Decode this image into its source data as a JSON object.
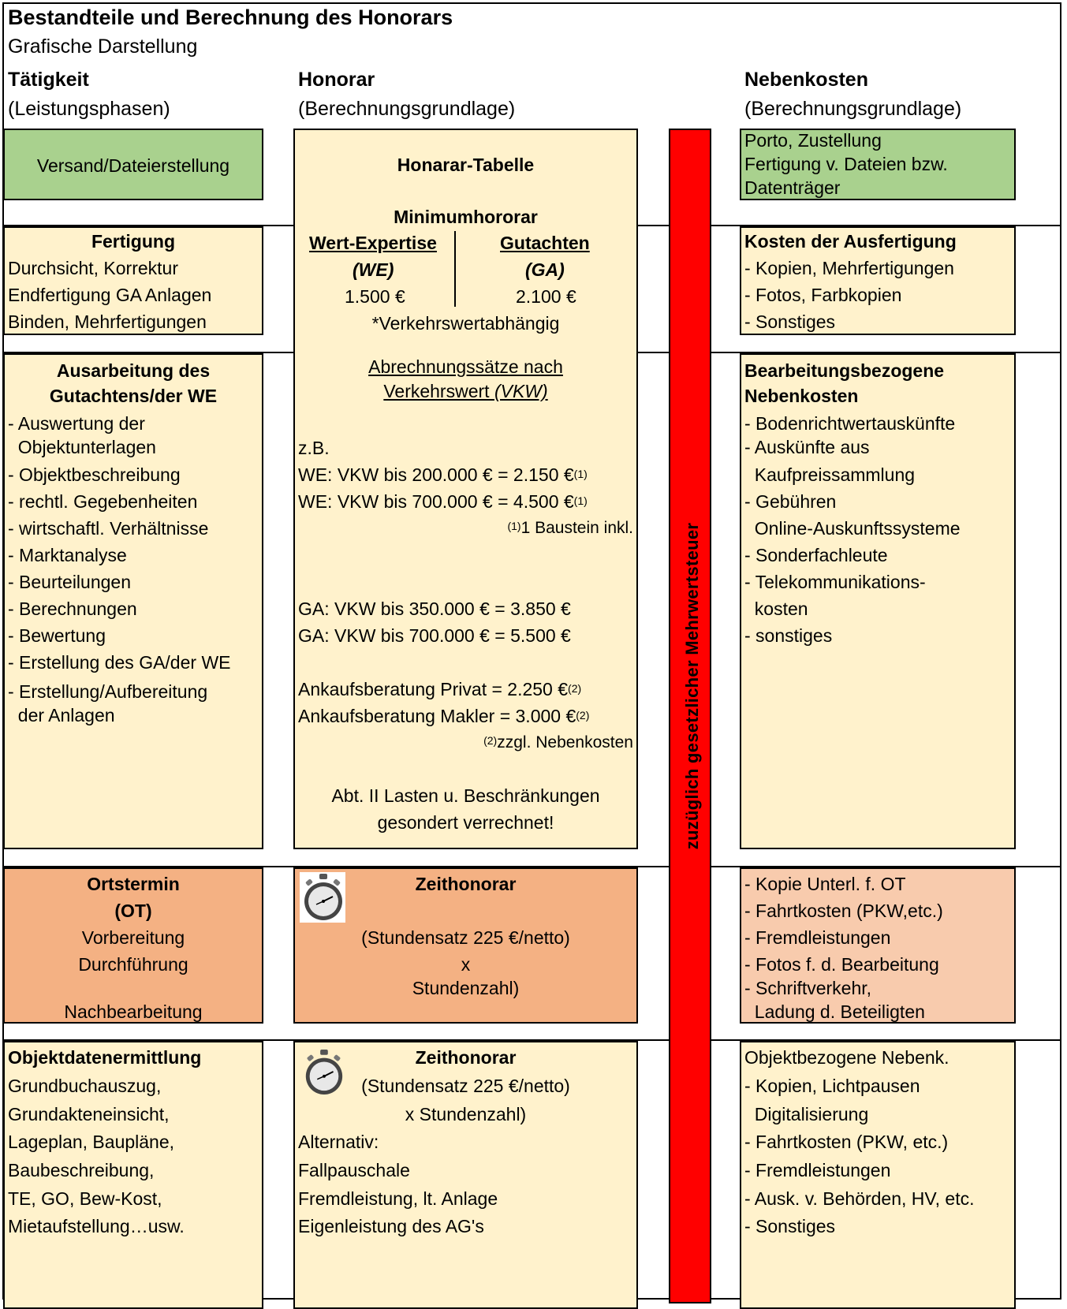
{
  "header": {
    "title": "Bestandteile und Berechnung des Honorars",
    "subtitle": "Grafische Darstellung"
  },
  "columns": {
    "activity": {
      "title": "Tätigkeit",
      "subtitle": "(Leistungsphasen)"
    },
    "fee": {
      "title": "Honorar",
      "subtitle": "(Berechnungsgrundlage)"
    },
    "costs": {
      "title": "Nebenkosten",
      "subtitle": "(Berechnungsgrundlage)"
    }
  },
  "vat_band": "zuzüglich gesetzlicher Mehrwertsteuer",
  "row1": {
    "activity": "Versand/Dateierstellung",
    "costs": [
      "Porto, Zustellung",
      "Fertigung v. Dateien bzw.",
      "Datenträger"
    ]
  },
  "fee_table": {
    "title": "Honarar-Tabelle",
    "min_title": "Minimumhororar",
    "we_head": "Wert-Expertise",
    "we_abbr": "(WE)",
    "we_value": "1.500 €",
    "ga_head": "Gutachten",
    "ga_abbr": "(GA)",
    "ga_value": "2.100 €",
    "note": "*Verkehrswertabhängig",
    "rates_title_1": "Abrechnungssätze nach ",
    "rates_title_2": "Verkehrswert ",
    "rates_title_3": "(VKW)",
    "eg": "z.B.",
    "we_rate1": "WE: VKW bis 200.000 € = 2.150 €",
    "we_rate2": "WE: VKW bis 700.000 € = 4.500 €",
    "sup1": "(1)",
    "footnote1": "1 Baustein inkl.",
    "ga_rate1": "GA:  VKW bis 350.000 € = 3.850 €",
    "ga_rate2": "GA:  VKW bis 700.000 € = 5.500 €",
    "purchase1": "Ankaufsberatung Privat   =  2.250 €",
    "purchase2": "Ankaufsberatung Makler =  3.000 €",
    "sup2": "(2)",
    "footnote2": "zzgl. Nebenkosten",
    "abt1": "Abt. II Lasten u. Beschränkungen",
    "abt2": "gesondert verrechnet!"
  },
  "row2": {
    "activity_title": "Fertigung",
    "activity_lines": [
      "Durchsicht, Korrektur",
      "Endfertigung GA Anlagen",
      "Binden,  Mehrfertigungen"
    ],
    "costs_title": "Kosten der Ausfertigung",
    "costs_lines": [
      "- Kopien, Mehrfertigungen",
      "- Fotos, Farbkopien",
      "- Sonstiges"
    ]
  },
  "row3": {
    "activity_title_1": "Ausarbeitung des",
    "activity_title_2": "Gutachtens/der WE",
    "activity_lines": [
      "- Auswertung der",
      "  Objektunterlagen",
      "- Objektbeschreibung",
      "- rechtl. Gegebenheiten",
      "- wirtschaftl. Verhältnisse",
      "- Marktanalyse",
      "- Beurteilungen",
      "- Berechnungen",
      "- Bewertung",
      "- Erstellung des GA/der WE",
      "- Erstellung/Aufbereitung",
      "  der Anlagen"
    ],
    "costs_title_1": "Bearbeitungsbezogene",
    "costs_title_2": "Nebenkosten",
    "costs_lines": [
      "- Bodenrichtwertauskünfte",
      "- Auskünfte aus",
      "  Kaufpreissammlung",
      "- Gebühren",
      "  Online-Auskunftssysteme",
      "- Sonderfachleute",
      "- Telekommunikations-",
      "  kosten",
      "- sonstiges"
    ]
  },
  "row4": {
    "activity_title_1": "Ortstermin",
    "activity_title_2": "(OT)",
    "activity_lines": [
      "Vorbereitung",
      "Durchführung",
      "Nachbearbeitung"
    ],
    "fee_title": "Zeithonorar",
    "fee_lines": [
      "(Stundensatz 225 €/netto)",
      "x",
      "Stundenzahl)"
    ],
    "costs_lines": [
      "- Kopie Unterl. f. OT",
      "- Fahrtkosten (PKW,etc.)",
      "- Fremdleistungen",
      "- Fotos f. d. Bearbeitung",
      "- Schriftverkehr,",
      "  Ladung d. Beteiligten"
    ]
  },
  "row5": {
    "activity_title": "Objektdatenermittlung",
    "activity_lines": [
      "Grundbuchauszug,",
      "Grundakteneinsicht,",
      "Lageplan, Baupläne,",
      "Baubeschreibung,",
      "TE, GO, Bew-Kost,",
      "Mietaufstellung…usw."
    ],
    "fee_title": "Zeithonorar",
    "fee_line1": "(Stundensatz 225 €/netto)",
    "fee_line2": "x Stundenzahl)",
    "fee_lines": [
      "Alternativ:",
      "Fallpauschale",
      "Fremdleistung, lt. Anlage",
      "Eigenleistung des AG's"
    ],
    "costs_title": "Objektbezogene Nebenk.",
    "costs_lines": [
      "- Kopien, Lichtpausen",
      "  Digitalisierung",
      "- Fahrtkosten (PKW, etc.)",
      "- Fremdleistungen",
      "- Ausk. v. Behörden, HV, etc.",
      "- Sonstiges"
    ]
  },
  "colors": {
    "green": "#a9d18e",
    "yellow": "#fff2cc",
    "orange": "#f4b183",
    "peach": "#f8cbad",
    "red": "#ff0000"
  },
  "icons": [
    "stopwatch-icon",
    "stopwatch-icon"
  ]
}
